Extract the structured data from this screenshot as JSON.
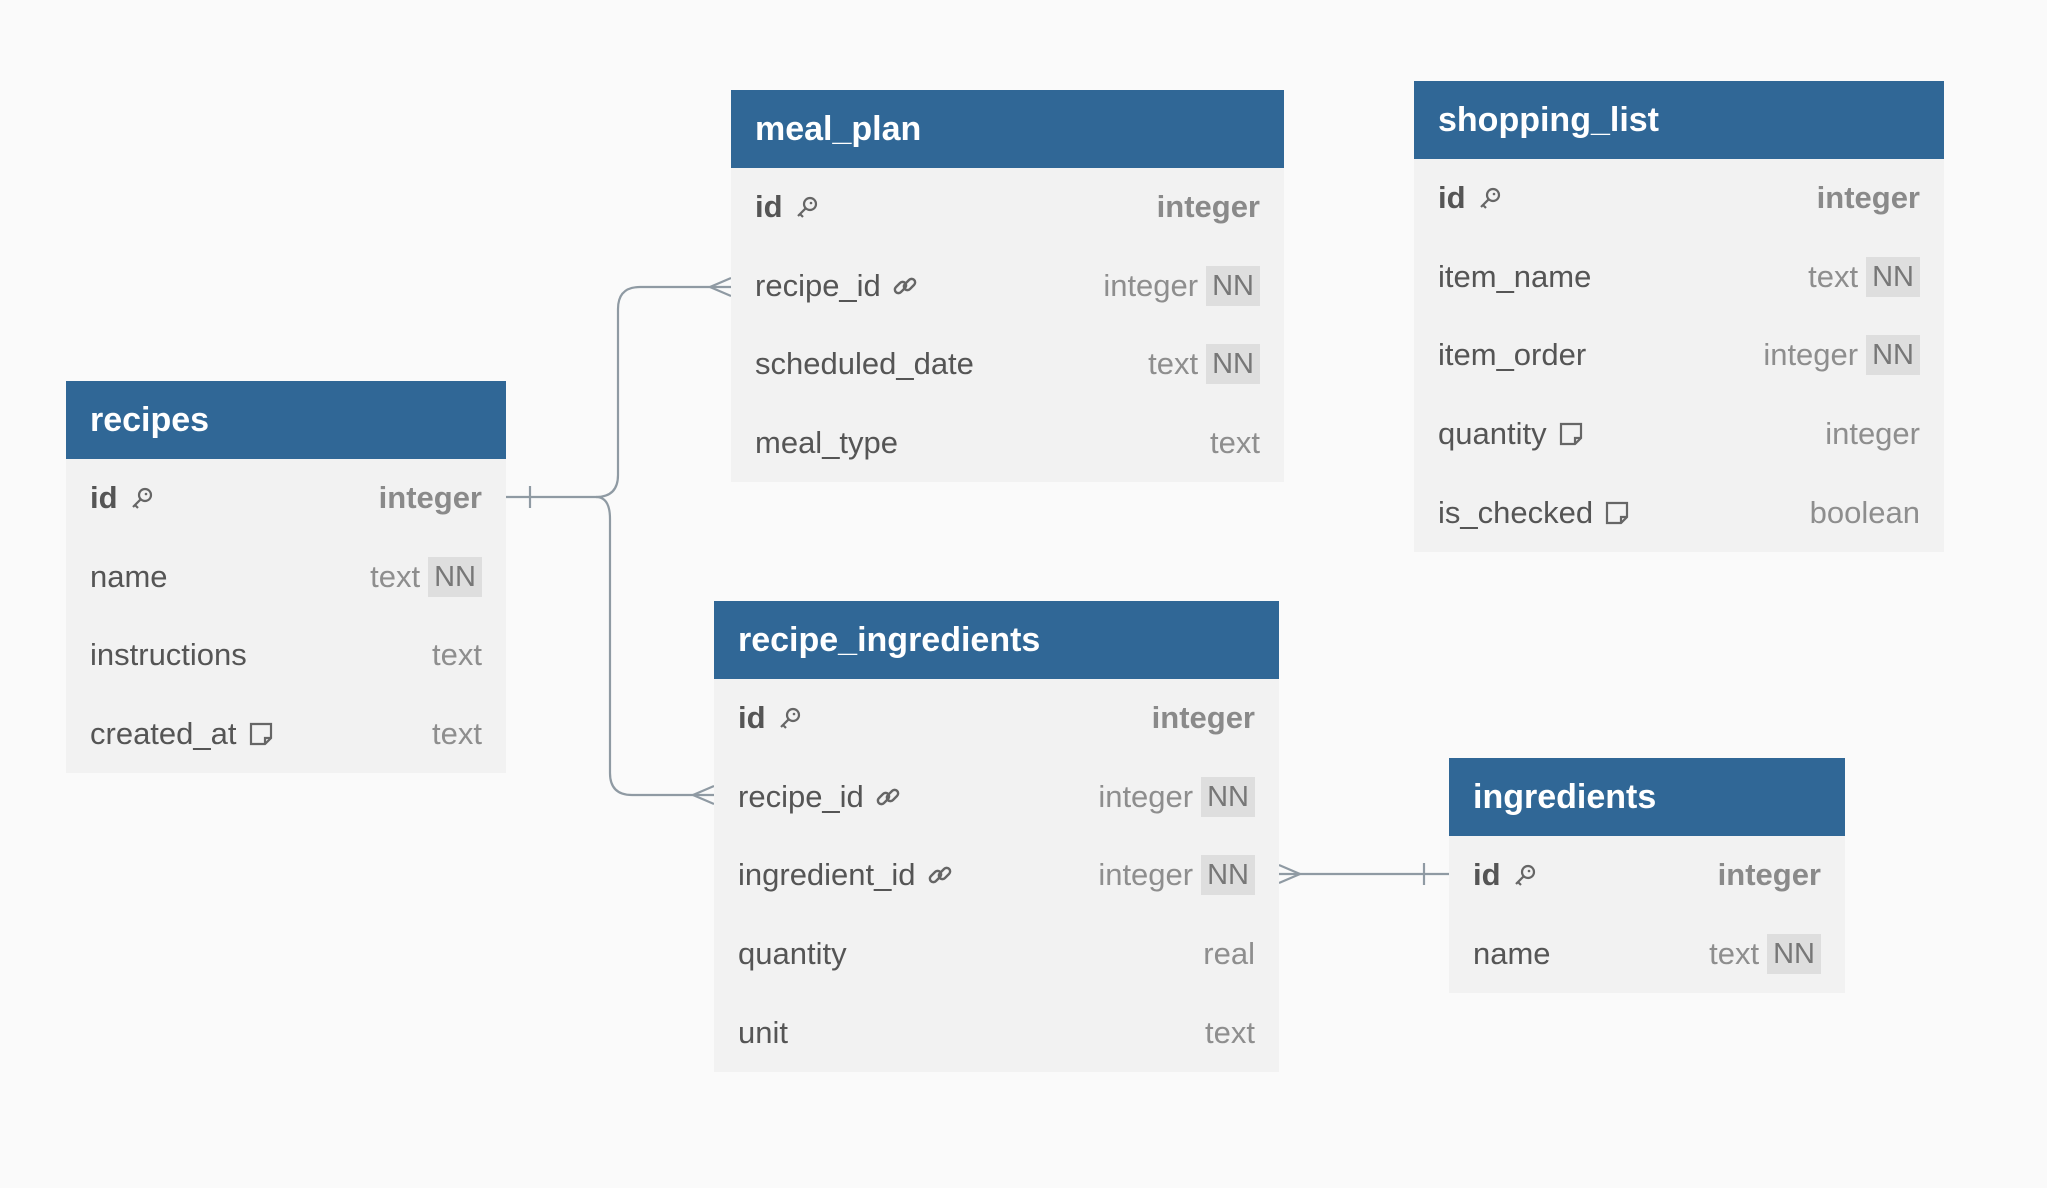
{
  "tables": [
    {
      "id": "recipes",
      "name": "recipes",
      "columns": [
        {
          "name": "id",
          "type": "integer",
          "nn": "",
          "icon": "key-icon",
          "pk": true
        },
        {
          "name": "name",
          "type": "text",
          "nn": "NN",
          "icon": "",
          "pk": false
        },
        {
          "name": "instructions",
          "type": "text",
          "nn": "",
          "icon": "",
          "pk": false
        },
        {
          "name": "created_at",
          "type": "text",
          "nn": "",
          "icon": "note-icon",
          "pk": false
        }
      ]
    },
    {
      "id": "meal_plan",
      "name": "meal_plan",
      "columns": [
        {
          "name": "id",
          "type": "integer",
          "nn": "",
          "icon": "key-icon",
          "pk": true
        },
        {
          "name": "recipe_id",
          "type": "integer",
          "nn": "NN",
          "icon": "link-icon",
          "pk": false
        },
        {
          "name": "scheduled_date",
          "type": "text",
          "nn": "NN",
          "icon": "",
          "pk": false
        },
        {
          "name": "meal_type",
          "type": "text",
          "nn": "",
          "icon": "",
          "pk": false
        }
      ]
    },
    {
      "id": "shopping_list",
      "name": "shopping_list",
      "columns": [
        {
          "name": "id",
          "type": "integer",
          "nn": "",
          "icon": "key-icon",
          "pk": true
        },
        {
          "name": "item_name",
          "type": "text",
          "nn": "NN",
          "icon": "",
          "pk": false
        },
        {
          "name": "item_order",
          "type": "integer",
          "nn": "NN",
          "icon": "",
          "pk": false
        },
        {
          "name": "quantity",
          "type": "integer",
          "nn": "",
          "icon": "note-icon",
          "pk": false
        },
        {
          "name": "is_checked",
          "type": "boolean",
          "nn": "",
          "icon": "note-icon",
          "pk": false
        }
      ]
    },
    {
      "id": "recipe_ingredients",
      "name": "recipe_ingredients",
      "columns": [
        {
          "name": "id",
          "type": "integer",
          "nn": "",
          "icon": "key-icon",
          "pk": true
        },
        {
          "name": "recipe_id",
          "type": "integer",
          "nn": "NN",
          "icon": "link-icon",
          "pk": false
        },
        {
          "name": "ingredient_id",
          "type": "integer",
          "nn": "NN",
          "icon": "link-icon",
          "pk": false
        },
        {
          "name": "quantity",
          "type": "real",
          "nn": "",
          "icon": "",
          "pk": false
        },
        {
          "name": "unit",
          "type": "text",
          "nn": "",
          "icon": "",
          "pk": false
        }
      ]
    },
    {
      "id": "ingredients",
      "name": "ingredients",
      "columns": [
        {
          "name": "id",
          "type": "integer",
          "nn": "",
          "icon": "key-icon",
          "pk": true
        },
        {
          "name": "name",
          "type": "text",
          "nn": "NN",
          "icon": "",
          "pk": false
        }
      ]
    }
  ],
  "relationships": [
    {
      "from": "recipes.id",
      "to": "meal_plan.recipe_id",
      "cardinality": "one-to-many"
    },
    {
      "from": "recipes.id",
      "to": "recipe_ingredients.recipe_id",
      "cardinality": "one-to-many"
    },
    {
      "from": "ingredients.id",
      "to": "recipe_ingredients.ingredient_id",
      "cardinality": "one-to-many"
    }
  ],
  "colors": {
    "header": "#306796",
    "header_text": "#ffffff",
    "table_body": "#f2f2f2",
    "background": "#fafafa",
    "connector": "#8f9aa3"
  }
}
